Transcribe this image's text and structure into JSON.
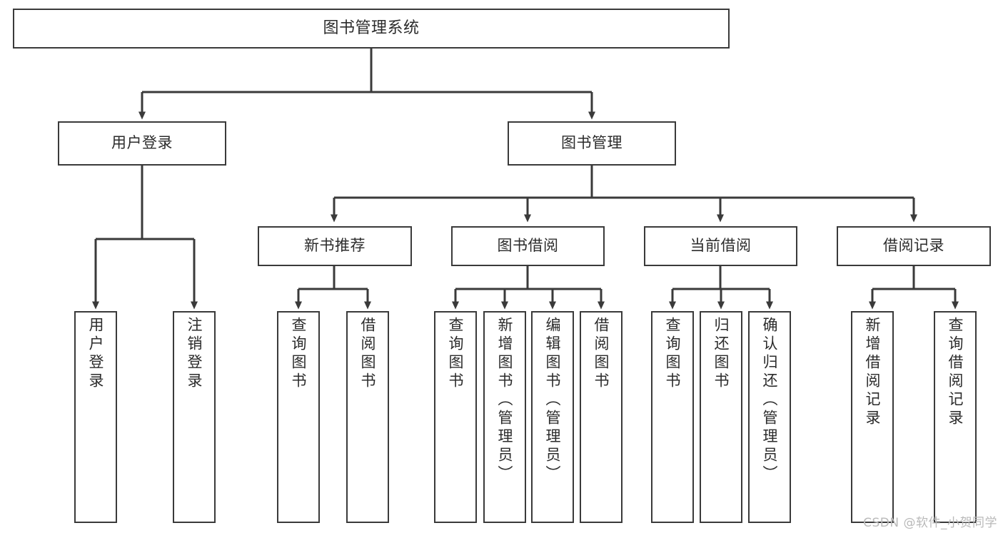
{
  "diagram": {
    "title": "图书管理系统",
    "type": "tree-hierarchy",
    "colors": {
      "box_border": "#3a3a3a",
      "box_fill": "#ffffff",
      "connector": "#3a3a3a",
      "text": "#2b2b2b",
      "watermark": "#b9b9b9",
      "background": "#ffffff"
    },
    "root": {
      "label": "图书管理系统"
    },
    "level2": [
      {
        "id": "user-login",
        "label": "用户登录"
      },
      {
        "id": "book-management",
        "label": "图书管理"
      }
    ],
    "level3": [
      {
        "id": "new-book-recommend",
        "label": "新书推荐"
      },
      {
        "id": "book-borrow",
        "label": "图书借阅"
      },
      {
        "id": "current-borrow",
        "label": "当前借阅"
      },
      {
        "id": "borrow-record",
        "label": "借阅记录"
      }
    ],
    "leaves": {
      "user_login": [
        {
          "id": "leaf-user-login",
          "label": "用户登录"
        },
        {
          "id": "leaf-logout-login",
          "label": "注销登录"
        }
      ],
      "new_book_recommend": [
        {
          "id": "leaf-query-book-1",
          "label": "查询图书"
        },
        {
          "id": "leaf-borrow-book-1",
          "label": "借阅图书"
        }
      ],
      "book_borrow": [
        {
          "id": "leaf-query-book-2",
          "label": "查询图书"
        },
        {
          "id": "leaf-add-book",
          "label": "新增图书（管理员）"
        },
        {
          "id": "leaf-edit-book",
          "label": "编辑图书（管理员）"
        },
        {
          "id": "leaf-borrow-book-2",
          "label": "借阅图书"
        }
      ],
      "current_borrow": [
        {
          "id": "leaf-query-book-3",
          "label": "查询图书"
        },
        {
          "id": "leaf-return-book",
          "label": "归还图书"
        },
        {
          "id": "leaf-confirm-return",
          "label": "确认归还（管理员）"
        }
      ],
      "borrow_record": [
        {
          "id": "leaf-add-record",
          "label": "新增借阅记录"
        },
        {
          "id": "leaf-query-record",
          "label": "查询借阅记录"
        }
      ]
    },
    "watermark": "CSDN @软件_小贺同学"
  }
}
